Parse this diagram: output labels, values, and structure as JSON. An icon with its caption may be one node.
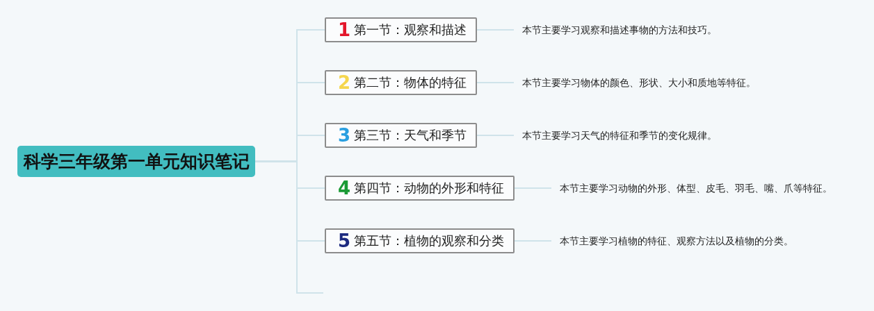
{
  "diagram": {
    "nodes": [
      {
        "text": [
          "科学三年级第一单元知识笔记"
        ]
      },
      {
        "text": [
          "1",
          "第一节：观察和描述"
        ]
      },
      {
        "text": [
          "2",
          "第二节：物体的特征"
        ]
      },
      {
        "text": [
          "3",
          "第三节：天气和季节"
        ]
      },
      {
        "text": [
          "4",
          "第四节：动物的外形和特征"
        ]
      },
      {
        "text": [
          "5",
          "第五节：植物的观察和分类"
        ]
      },
      {
        "text": [
          "本节主要学习观察和描述事物的方法和技巧。"
        ]
      },
      {
        "text": [
          "本节主要学习物体的颜色、形状、大小和质地等特征。"
        ]
      },
      {
        "text": [
          "本节主要学习天气的特征和季节的变化规律。"
        ]
      },
      {
        "text": [
          "本节主要学习动物的外形、体型、皮毛、羽毛、嘴、爪等特征。"
        ]
      },
      {
        "text": [
          "本节主要学习植物的特征、观察方法以及植物的分类。"
        ]
      }
    ],
    "edges": [
      {
        "from": 0,
        "to": 1,
        "arrow": "none"
      },
      {
        "from": 0,
        "to": 2,
        "arrow": "none"
      },
      {
        "from": 0,
        "to": 3,
        "arrow": "none"
      },
      {
        "from": 0,
        "to": 4,
        "arrow": "none"
      },
      {
        "from": 0,
        "to": 5,
        "arrow": "none"
      },
      {
        "from": 0,
        "to": null,
        "arrow": "none"
      },
      {
        "from": 1,
        "to": 6,
        "arrow": "none"
      },
      {
        "from": 2,
        "to": 7,
        "arrow": "none"
      },
      {
        "from": 3,
        "to": 8,
        "arrow": "none"
      },
      {
        "from": 4,
        "to": 9,
        "arrow": "none"
      },
      {
        "from": 5,
        "to": 10,
        "arrow": "none"
      }
    ]
  }
}
